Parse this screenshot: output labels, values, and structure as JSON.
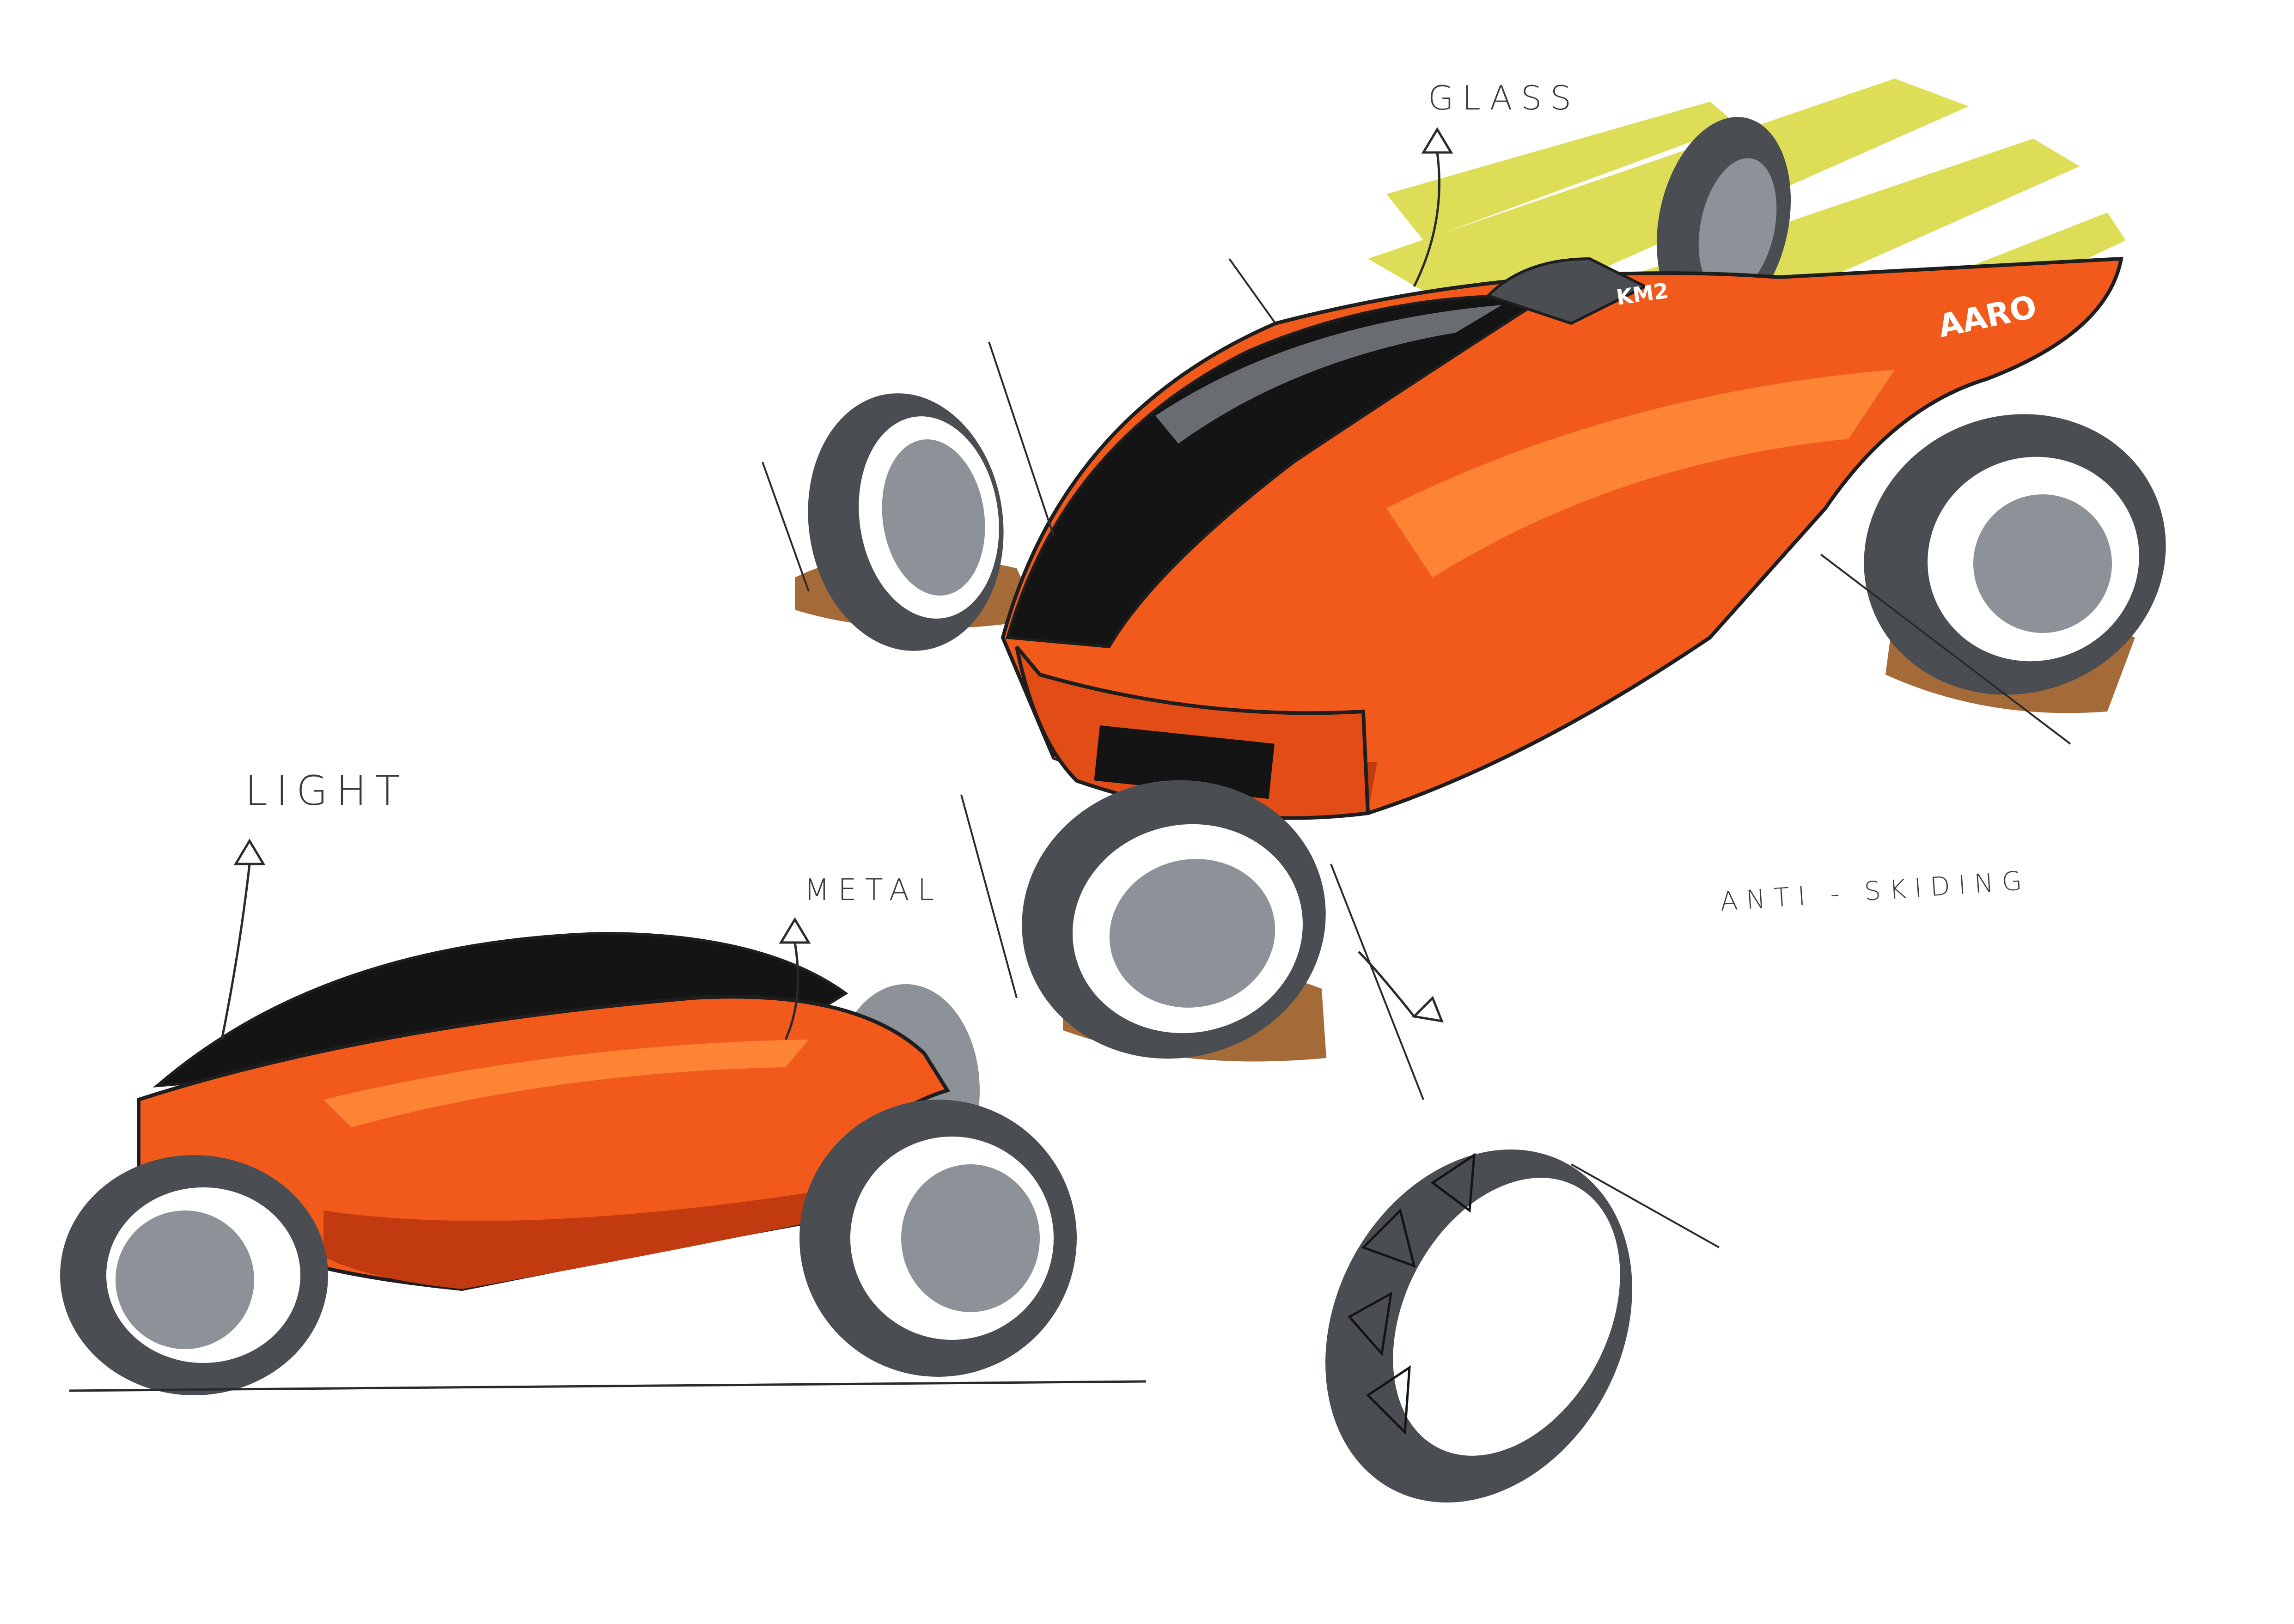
{
  "annotations": {
    "glass": "GLASS",
    "light": "LIGHT",
    "metal": "METAL",
    "anti_skiding": "ANTI - SKIDING"
  },
  "branding": {
    "front_badge": "AARO",
    "canopy_badge": "KM2"
  },
  "colors": {
    "body_orange": "#f25a1c",
    "body_highlight": "#ff8c3a",
    "body_shadow": "#c23a10",
    "canopy_black": "#141414",
    "tire_gray": "#4a4d52",
    "tire_light": "#8d9198",
    "speed_yellow": "#d9d83a",
    "ground_brown": "#9a5a22",
    "linework": "#1e1e1e"
  }
}
